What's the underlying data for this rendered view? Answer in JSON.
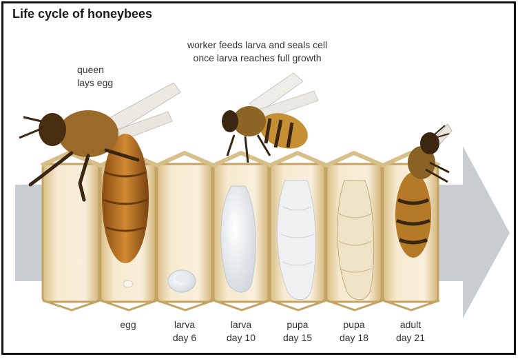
{
  "title": "Life cycle of honeybees",
  "notes": {
    "queen": [
      "queen",
      "lays egg"
    ],
    "worker": [
      "worker feeds larva and seals cell",
      "once larva reaches full growth"
    ]
  },
  "stages": [
    {
      "name": "egg",
      "day": ""
    },
    {
      "name": "larva",
      "day": "day 6"
    },
    {
      "name": "larva",
      "day": "day 10"
    },
    {
      "name": "pupa",
      "day": "day 15"
    },
    {
      "name": "pupa",
      "day": "day 18"
    },
    {
      "name": "adult",
      "day": "day 21"
    }
  ],
  "colors": {
    "arrow": "#c9ccd1",
    "comb": "#e8d6a6",
    "comb_edge": "#c4a465",
    "bee_amber": "#b8741f",
    "bee_dark": "#3a2611"
  },
  "icons": [
    "queen-bee-icon",
    "worker-bee-icon",
    "adult-bee-icon",
    "egg-icon",
    "larva-icon",
    "pupa-icon"
  ]
}
